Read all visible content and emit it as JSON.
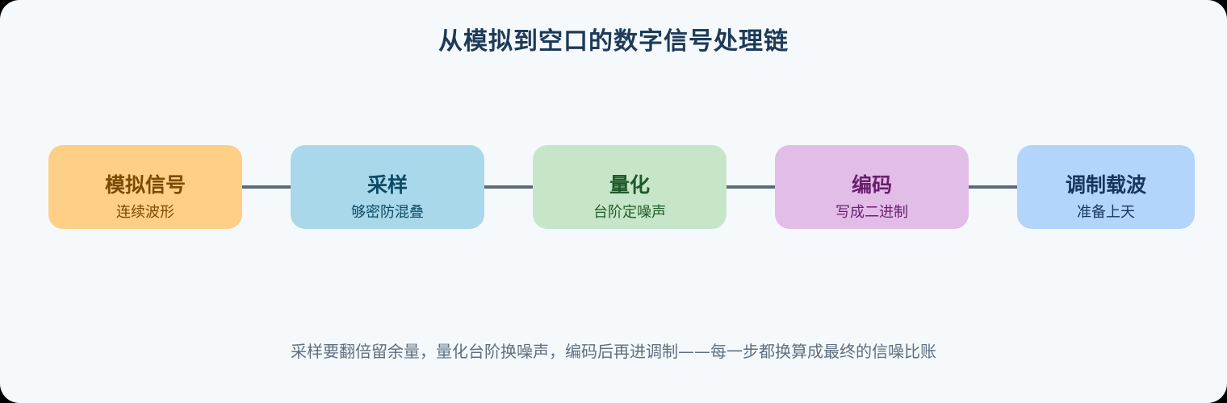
{
  "title": "从模拟到空口的数字信号处理链",
  "steps": [
    {
      "title": "模拟信号",
      "subtitle": "连续波形",
      "bg": "#ffcf88",
      "fg": "#7a4b00"
    },
    {
      "title": "采样",
      "subtitle": "够密防混叠",
      "bg": "#a9d8ea",
      "fg": "#0d4a66"
    },
    {
      "title": "量化",
      "subtitle": "台阶定噪声",
      "bg": "#c7e6c9",
      "fg": "#1f5a2a"
    },
    {
      "title": "编码",
      "subtitle": "写成二进制",
      "bg": "#e1bde8",
      "fg": "#6a1f6e"
    },
    {
      "title": "调制载波",
      "subtitle": "准备上天",
      "bg": "#b3d4fb",
      "fg": "#17365e"
    }
  ],
  "caption": "采样要翻倍留余量，量化台阶换噪声，编码后再进调制——每一步都换算成最终的信噪比账",
  "colors": {
    "background": "#f5f9fc",
    "title": "#1d3a58",
    "connector": "#5c6b7a",
    "caption": "#5f6f80"
  }
}
